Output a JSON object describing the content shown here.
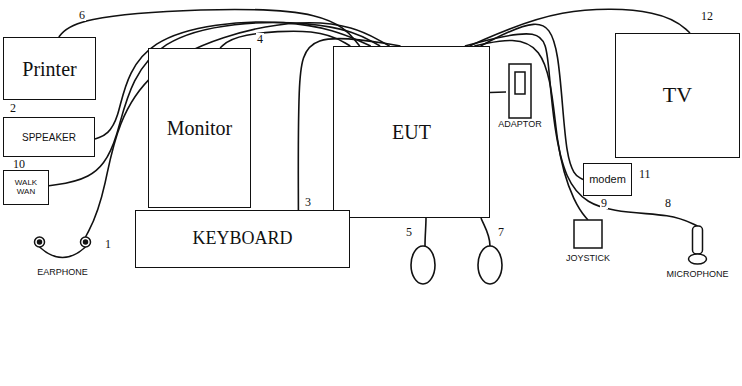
{
  "diagram": {
    "nodes": [
      {
        "text": [
          "Printer"
        ]
      },
      {
        "text": [
          "Monitor"
        ]
      },
      {
        "text": [
          "EUT"
        ]
      },
      {
        "text": [
          "ADAPTOR"
        ]
      },
      {
        "text": [
          "TV"
        ]
      },
      {
        "text": [
          "SPPEAKER"
        ]
      },
      {
        "text": [
          "modem"
        ]
      },
      {
        "text": [
          "WALK WAN"
        ]
      },
      {
        "text": [
          "EARPHONE"
        ]
      },
      {
        "text": [
          "KEYBOARD"
        ]
      },
      {
        "text": [
          "JOYSTICK"
        ]
      },
      {
        "text": [
          "MICROPHONE"
        ]
      }
    ],
    "edges": [
      {
        "from": 0,
        "to": 2,
        "arrow": "none"
      },
      {
        "from": 1,
        "to": 2,
        "arrow": "none"
      },
      {
        "from": 5,
        "to": 2,
        "arrow": "none"
      },
      {
        "from": 7,
        "to": 2,
        "arrow": "none"
      },
      {
        "from": 8,
        "to": 2,
        "arrow": "none"
      },
      {
        "from": 9,
        "to": 2,
        "arrow": "none"
      },
      {
        "from": 3,
        "to": 2,
        "arrow": "none"
      },
      {
        "from": 4,
        "to": 2,
        "arrow": "none"
      },
      {
        "from": 6,
        "to": 2,
        "arrow": "none"
      },
      {
        "from": 10,
        "to": 2,
        "arrow": "none"
      },
      {
        "from": 11,
        "to": 2,
        "arrow": "none"
      }
    ],
    "labels": [
      "6",
      "12",
      "4",
      "2",
      "10",
      "3",
      "11",
      "9",
      "8",
      "1",
      "5",
      "7"
    ]
  }
}
